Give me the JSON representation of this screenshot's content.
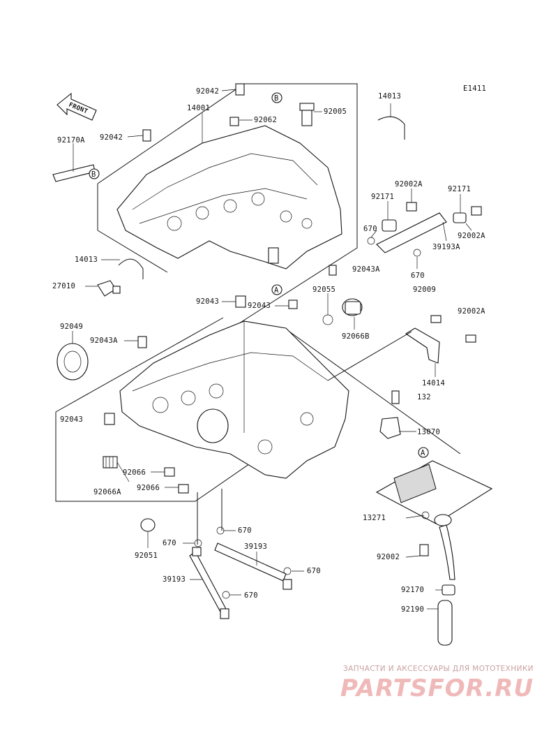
{
  "diagram_code": "E1411",
  "front_label": "FRONT",
  "ref_a": "A",
  "ref_b": "B",
  "labels": {
    "l92042_top": "92042",
    "l14001": "14001",
    "l92062": "92062",
    "l92005": "92005",
    "l14013_top": "14013",
    "l92042_left": "92042",
    "l92170A": "92170A",
    "l92002A_top": "92002A",
    "l92171_left": "92171",
    "l92171_right": "92171",
    "l670_a": "670",
    "l92002A_right": "92002A",
    "l39193A": "39193A",
    "l92043A_right": "92043A",
    "l670_b": "670",
    "l14013_left": "14013",
    "l27010": "27010",
    "l92055": "92055",
    "l92009": "92009",
    "l92043_mid1": "92043",
    "l92043_mid2": "92043",
    "l92002A_mid": "92002A",
    "l92049": "92049",
    "l92043A_left": "92043A",
    "l92066B": "92066B",
    "l14014": "14014",
    "l132": "132",
    "l92043_left": "92043",
    "l13070": "13070",
    "l92066_1": "92066",
    "l92066_2": "92066",
    "l92066A": "92066A",
    "l13271": "13271",
    "l670_c": "670",
    "l670_d": "670",
    "l39193_right": "39193",
    "l92051": "92051",
    "l92002": "92002",
    "l670_e": "670",
    "l39193_left": "39193",
    "l670_f": "670",
    "l92170": "92170",
    "l92190": "92190"
  },
  "watermark": {
    "tagline": "ЗАПЧАСТИ И АКСЕССУАРЫ ДЛЯ МОТОТЕХНИКИ",
    "brand": "PARTSFOR.RU",
    "color": "#f0b9b9"
  }
}
